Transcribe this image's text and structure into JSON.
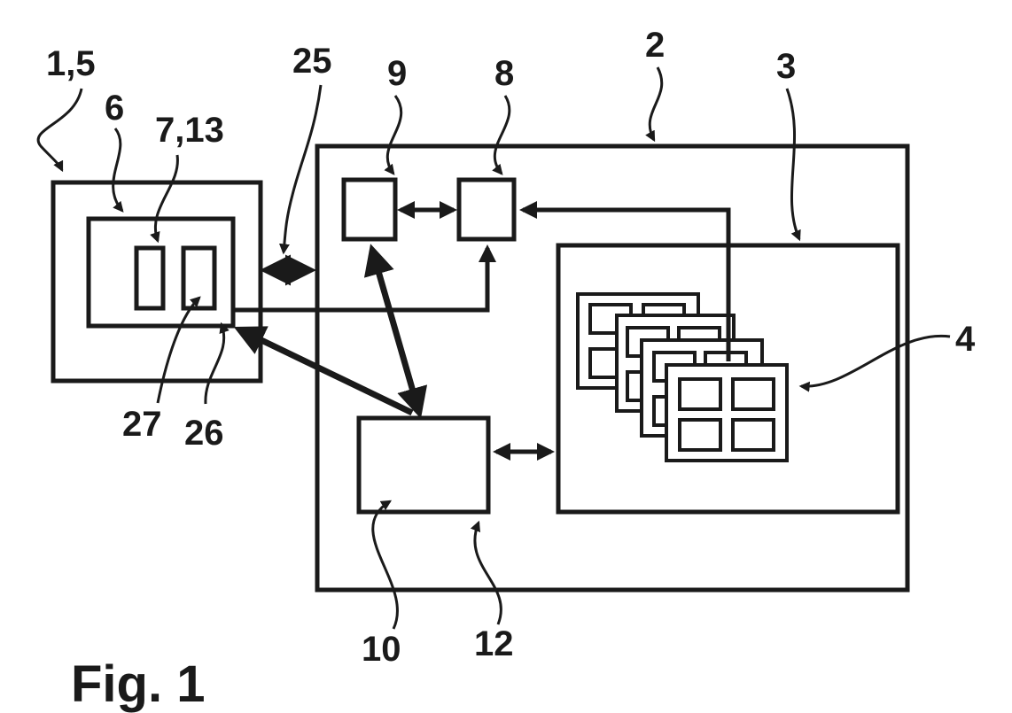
{
  "figure_label": "Fig. 1",
  "labels": {
    "ref_1_5": "1,5",
    "ref_6": "6",
    "ref_7_13": "7,13",
    "ref_25": "25",
    "ref_9": "9",
    "ref_8": "8",
    "ref_2": "2",
    "ref_3": "3",
    "ref_4": "4",
    "ref_27": "27",
    "ref_26": "26",
    "ref_10": "10",
    "ref_12": "12"
  }
}
